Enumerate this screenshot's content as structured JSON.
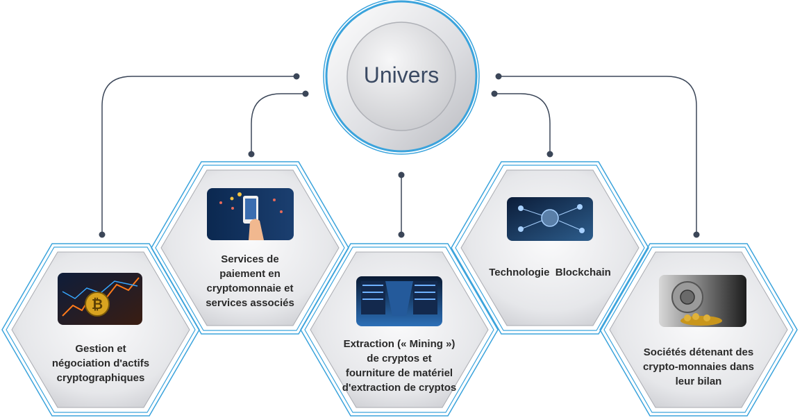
{
  "center": {
    "title": "Univers"
  },
  "hexagons": [
    {
      "id": "gestion",
      "lines": [
        "Gestion et",
        "négociation d'actifs",
        "cryptographiques"
      ],
      "image_icon": "bitcoin-chart-icon"
    },
    {
      "id": "paiement",
      "lines": [
        "Services de",
        "paiement en",
        "cryptomonnaie et",
        "services associés"
      ],
      "image_icon": "mobile-payment-map-icon"
    },
    {
      "id": "mining",
      "lines": [
        "Extraction (« Mining »)",
        "de cryptos et",
        "fourniture de matériel",
        "d'extraction de cryptos"
      ],
      "image_icon": "server-room-icon"
    },
    {
      "id": "blockchain",
      "lines": [
        "Technologie  Blockchain"
      ],
      "image_icon": "blockchain-network-icon"
    },
    {
      "id": "societes",
      "lines": [
        "Sociétés détenant des",
        "crypto-monnaies dans",
        "leur bilan"
      ],
      "image_icon": "vault-coins-icon"
    }
  ],
  "colors": {
    "hex_outline": "#3aa3dc",
    "hex_fill_light": "#f4f4f6",
    "hex_fill_dark": "#c9cacf",
    "connector": "#3b4658",
    "center_ring": "#3aa3dc"
  }
}
